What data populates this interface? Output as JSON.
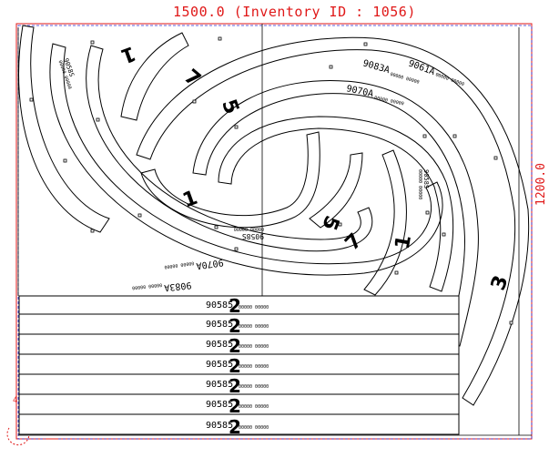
{
  "sheet": {
    "header_label": "1500.0 (Inventory ID : 1056)",
    "side_label": "1200.0",
    "accent_color": "#e01818",
    "frame_color": "#2c2cd0",
    "line_color": "#000000"
  },
  "arc_parts": [
    {
      "id": "9061A",
      "seq": "3"
    },
    {
      "id": "9083A",
      "seq": "7"
    },
    {
      "id": "9070A",
      "seq": "5"
    },
    {
      "id": "9083A",
      "seq": "1"
    },
    {
      "id": "9070A",
      "seq": "7"
    },
    {
      "id": "9058S",
      "seq": "1"
    },
    {
      "id": "9058S",
      "seq": "5"
    },
    {
      "id": "9058S",
      "seq": "1"
    }
  ],
  "strip_parts": [
    {
      "id": "90585",
      "seq": "2"
    },
    {
      "id": "90585",
      "seq": "2"
    },
    {
      "id": "90585",
      "seq": "2"
    },
    {
      "id": "90585",
      "seq": "2"
    },
    {
      "id": "90585",
      "seq": "2"
    },
    {
      "id": "90585",
      "seq": "2"
    },
    {
      "id": "90585",
      "seq": "2"
    }
  ],
  "small_annotation": "00000 00000"
}
